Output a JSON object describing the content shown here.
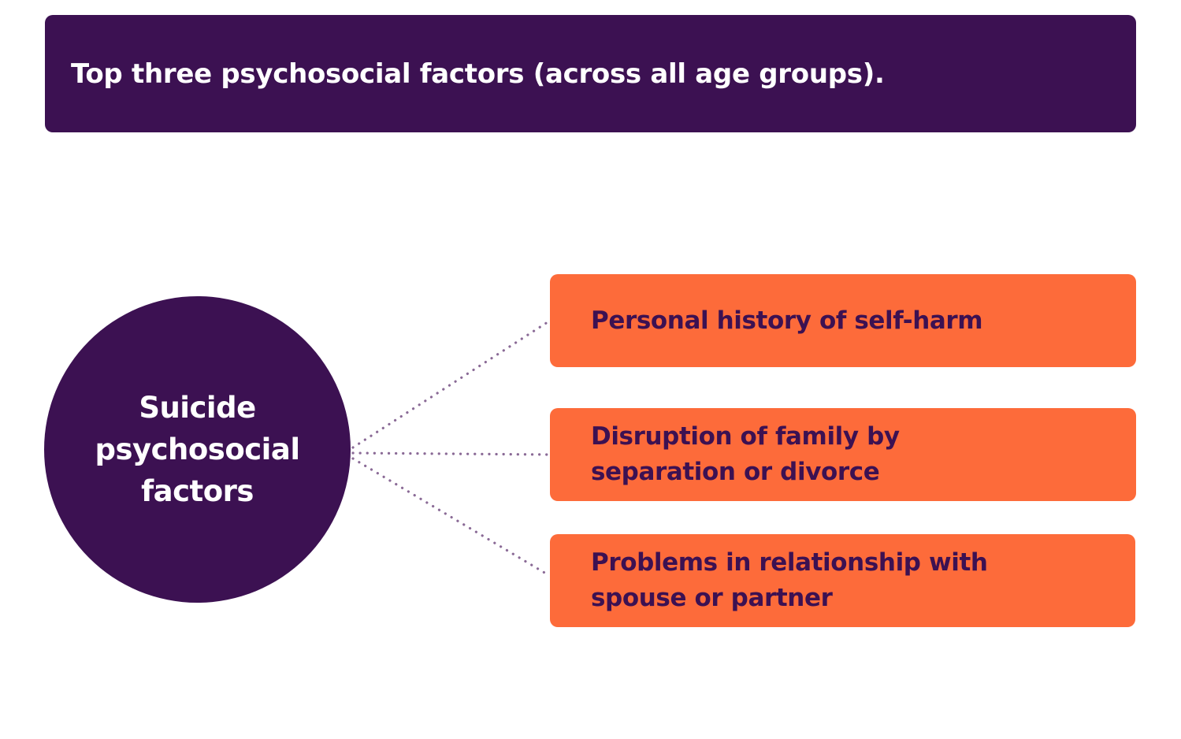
{
  "title": "Top three psychosocial factors (across all age groups).",
  "hub": {
    "label": "Suicide psychosocial factors"
  },
  "factors": [
    {
      "label": "Personal history of self-harm"
    },
    {
      "label": "Disruption of family by separation or divorce"
    },
    {
      "label": "Problems in relationship with spouse or partner"
    }
  ],
  "colors": {
    "primary_purple": "#3c1152",
    "accent_orange": "#fd6b3a",
    "connector": "#8a6a96",
    "background": "#ffffff"
  }
}
